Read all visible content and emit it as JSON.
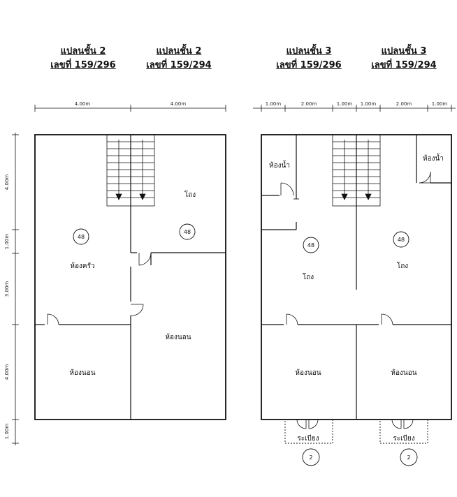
{
  "titles": {
    "f2a_name": "แปลนชั้น 2",
    "f2a_no": "เลขที่ 159/296",
    "f2b_name": "แปลนชั้น 2",
    "f2b_no": "เลขที่ 159/294",
    "f3a_name": "แปลนชั้น 3",
    "f3a_no": "เลขที่ 159/296",
    "f3b_name": "แปลนชั้น 3",
    "f3b_no": "เลขที่ 159/294"
  },
  "dims": {
    "f2_top": [
      "4.00m",
      "4.00m"
    ],
    "f3_top": [
      "1.00m",
      "2.00m",
      "1.00m",
      "1.00m",
      "2.00m",
      "1.00m"
    ],
    "left": [
      "4.00m",
      "1.00m",
      "3.00m",
      "4.00m",
      "1.00m"
    ]
  },
  "rooms": {
    "kitchen": "ห้องครัว",
    "hall": "โถง",
    "bedroom": "ห้องนอน",
    "bathroom": "ห้องน้ำ",
    "balcony": "ระเบียง"
  },
  "tags": {
    "t48": "48",
    "t2": "2"
  }
}
